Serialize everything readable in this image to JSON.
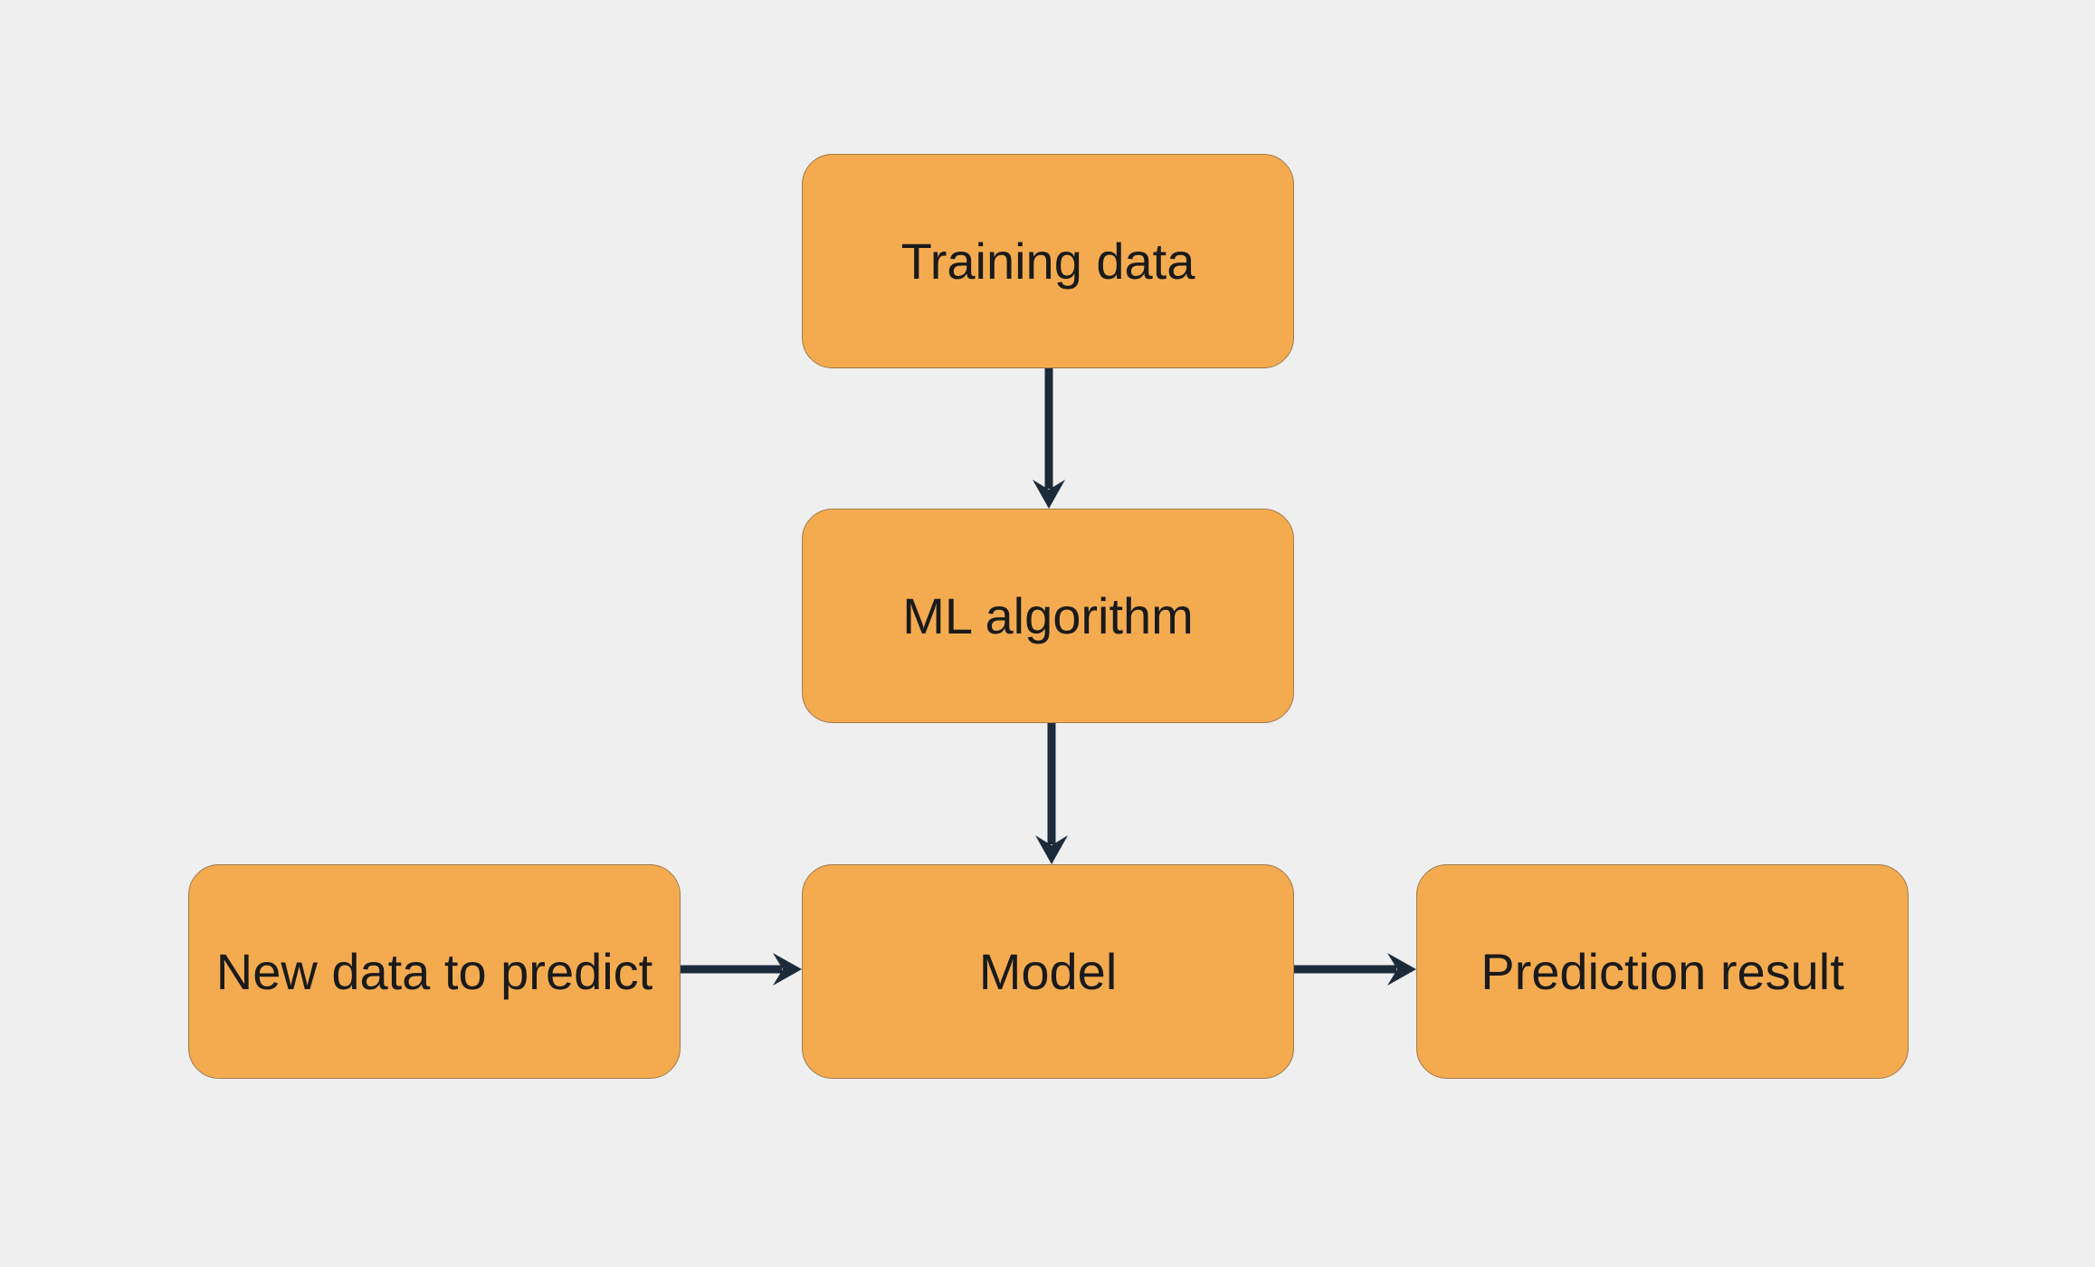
{
  "nodes": {
    "training_data": "Training data",
    "ml_algorithm": "ML algorithm",
    "model": "Model",
    "new_data": "New data to predict",
    "prediction_result": "Prediction result"
  },
  "colors": {
    "node_fill": "#f4ab50",
    "node_border": "#a07a4e",
    "edge": "#1c2b3a",
    "background": "#efefef"
  }
}
